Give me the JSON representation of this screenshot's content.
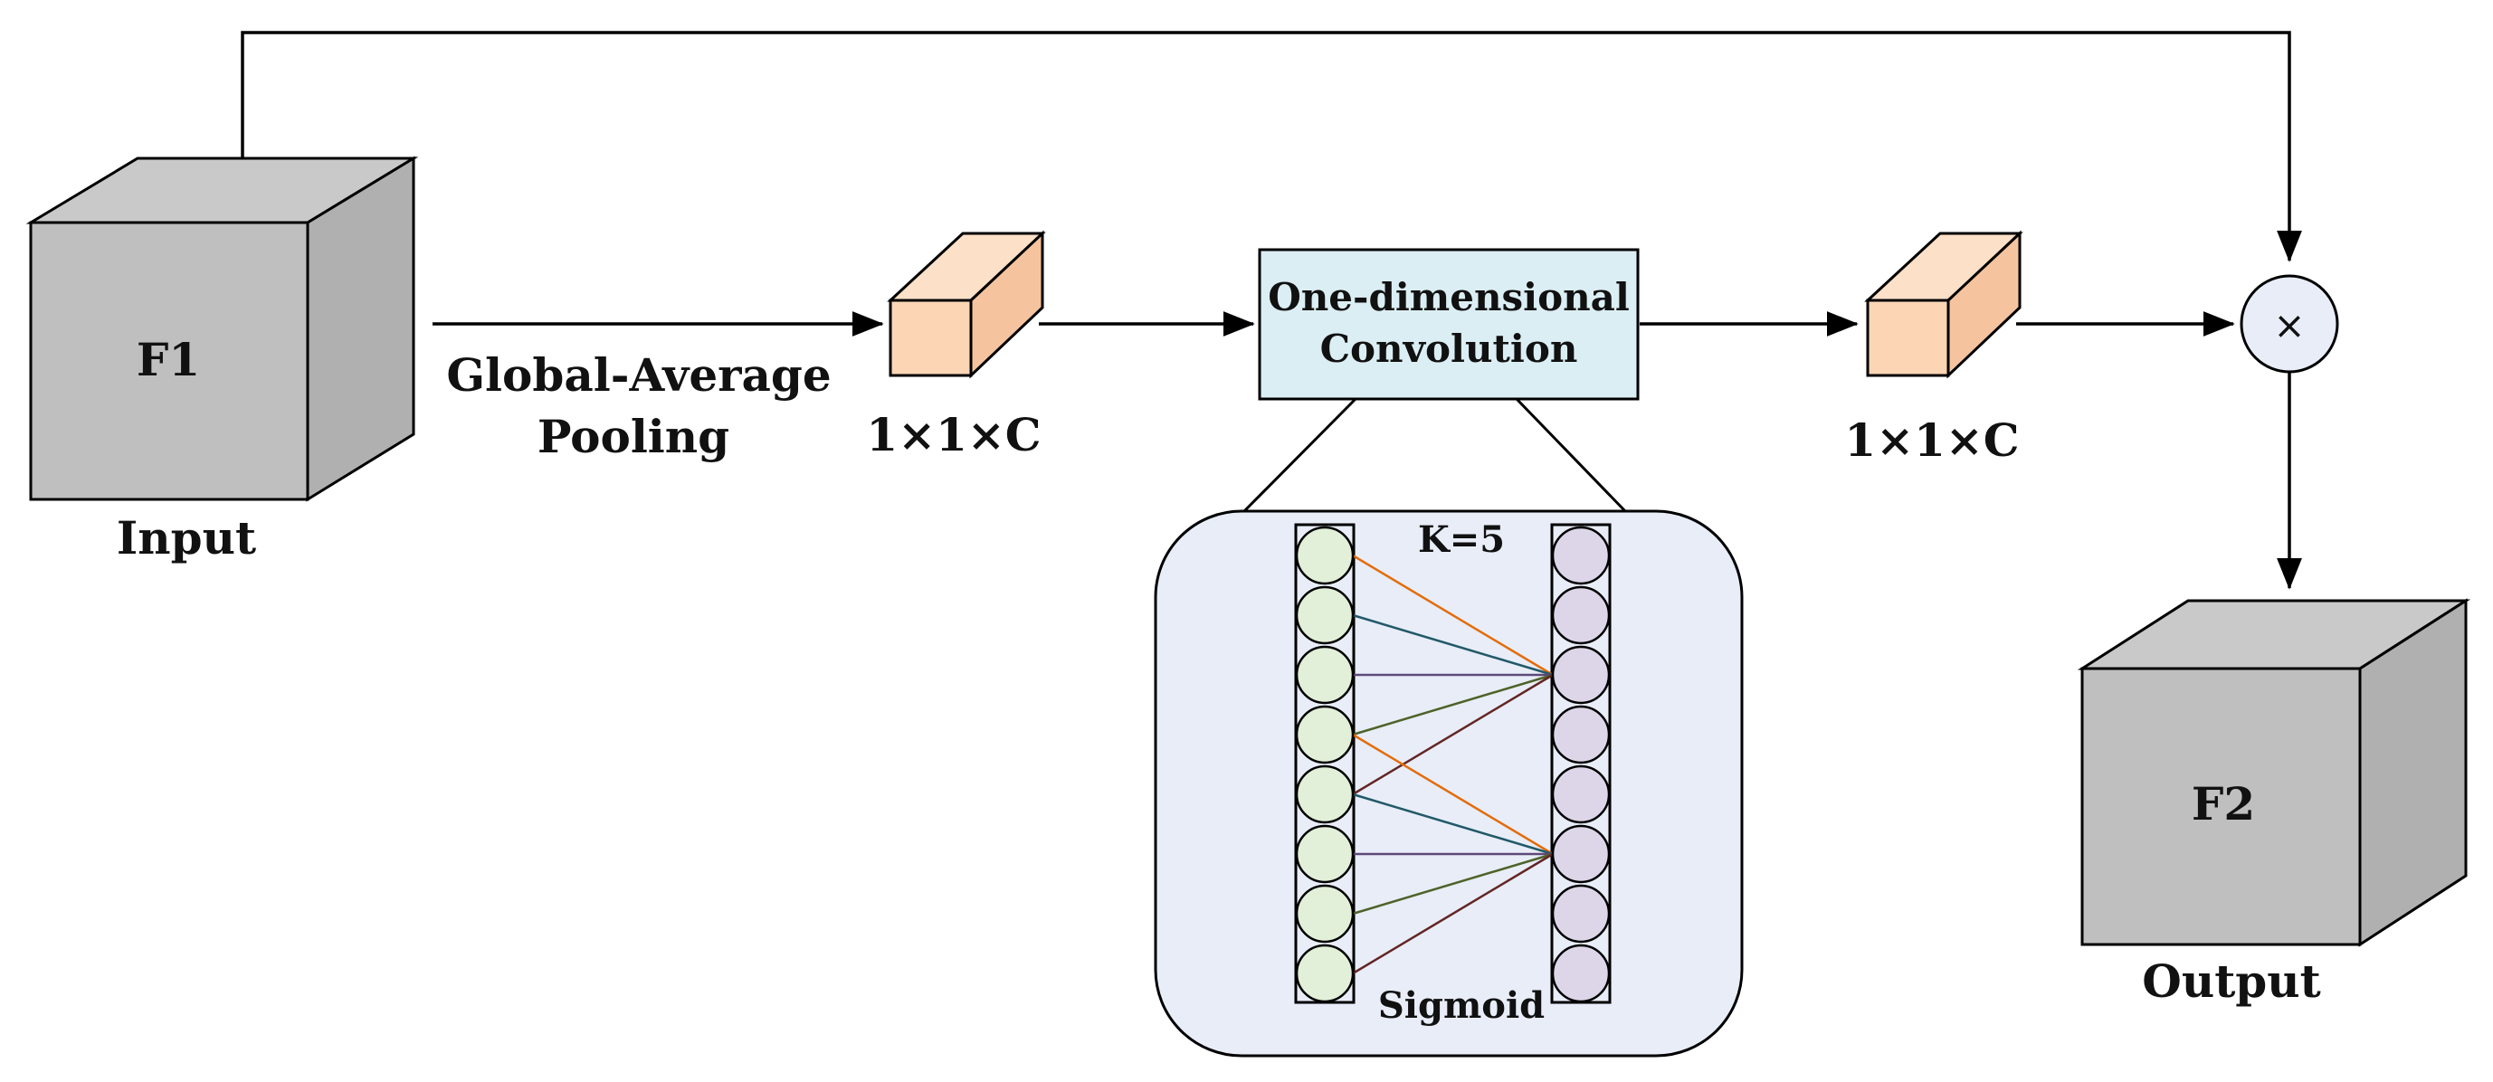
{
  "input_block": {
    "name": "F1",
    "caption": "Input"
  },
  "gap_label": {
    "line1": "Global-Average",
    "line2": "Pooling"
  },
  "pooled_dim": "1×1×C",
  "conv_box": {
    "line1": "One-dimensional",
    "line2": "Convolution"
  },
  "conv_detail": {
    "kernel_label": "K=5",
    "activation_label": "Sigmoid",
    "input_nodes": 8,
    "output_nodes": 8
  },
  "weighted_dim": "1×1×C",
  "multiply_symbol": "×",
  "output_block": {
    "name": "F2",
    "caption": "Output"
  },
  "colors": {
    "cube_gray": "#bfbfbf",
    "small_cube": "#fcd5b5",
    "conv_box_fill": "#dbeef4",
    "panel_fill": "#e8edf8",
    "input_node": "#e2efd9",
    "output_node": "#ddd6e8",
    "multiply_fill": "#e8edf8",
    "edge_colors": [
      "#e36c0a",
      "#215968",
      "#5f497a",
      "#4f6228",
      "#632523"
    ]
  }
}
